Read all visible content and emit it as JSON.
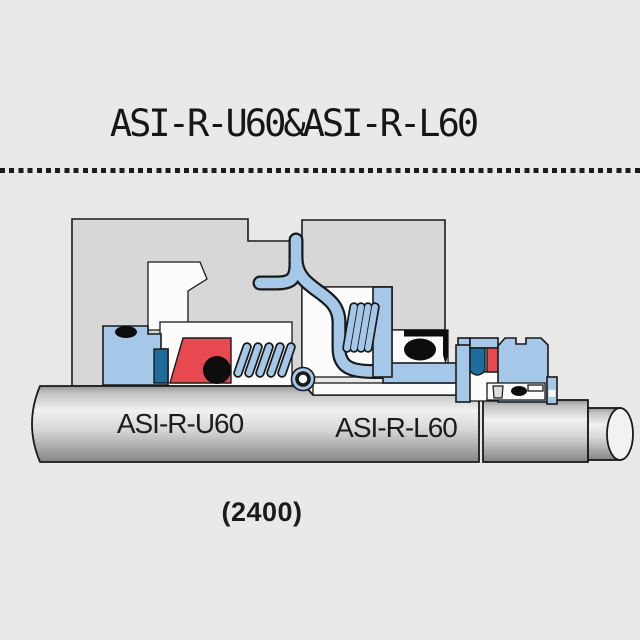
{
  "header": {
    "title": "ASI-R-U60&ASI-R-L60"
  },
  "diagram": {
    "type": "mechanical-seal-cross-section",
    "label_left_seal": "ASI-R-U60",
    "label_right_seal": "ASI-R-L60",
    "caption": "(2400)",
    "colors": {
      "background": "#e9e9e9",
      "housing": "#d7d7d7",
      "white": "#fcfcfc",
      "blue": "#a5c8e8",
      "teal": "#1f6b9b",
      "red": "#e84850",
      "dark": "#0d0d0d",
      "outline": "#1a1a1a"
    }
  }
}
